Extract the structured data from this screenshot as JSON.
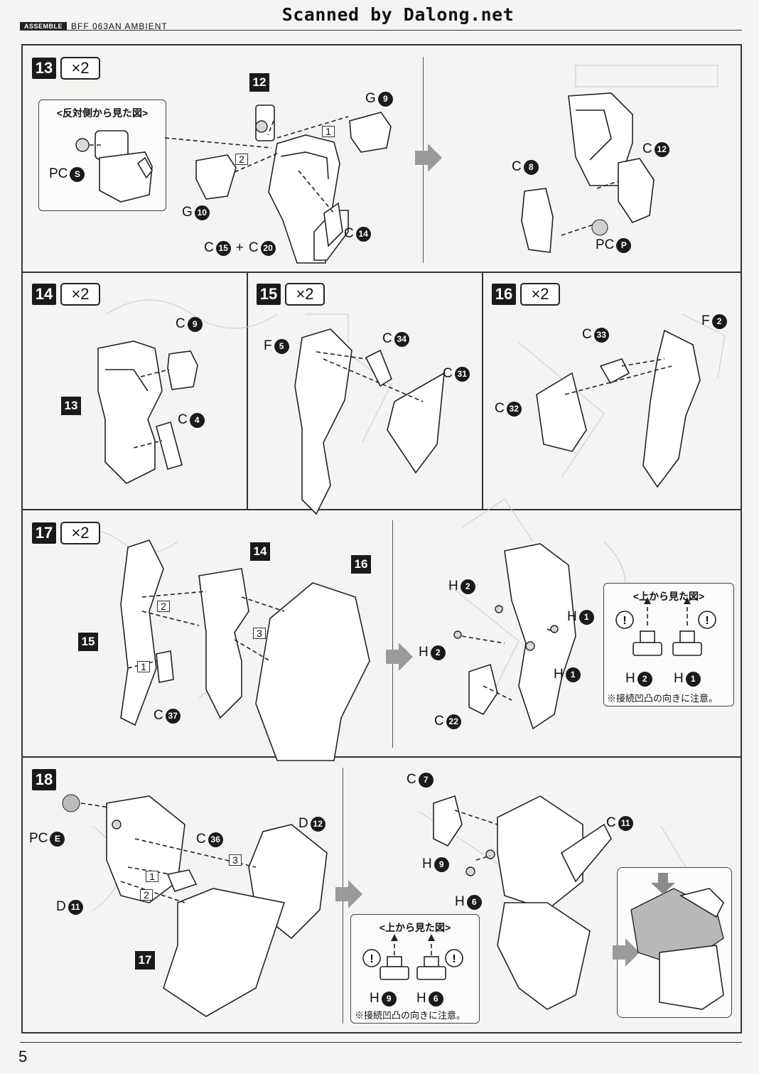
{
  "banner": "Scanned by Dalong.net",
  "header": {
    "section": "ASSEMBLE",
    "model": "BFF 063AN AMBIENT"
  },
  "page_number": "5",
  "mult": "×2",
  "steps": {
    "s13": {
      "num": "13",
      "inset_title": "<反対側から見た図>",
      "labels": {
        "pcS_pre": "PC",
        "pcS": "S",
        "g9_pre": "G",
        "g9": "9",
        "g10_pre": "G",
        "g10": "10",
        "c14_pre": "C",
        "c14": "14",
        "c15_pre": "C",
        "c15": "15",
        "plus": "+",
        "c20_pre": "C",
        "c20": "20",
        "c8_pre": "C",
        "c8": "8",
        "c12_pre": "C",
        "c12": "12",
        "pcP_pre": "PC",
        "pcP": "P"
      },
      "tag12": "12",
      "seq1": "1",
      "seq2": "2"
    },
    "s14": {
      "num": "14",
      "c9_pre": "C",
      "c9": "9",
      "c4_pre": "C",
      "c4": "4",
      "tag13": "13"
    },
    "s15": {
      "num": "15",
      "f5_pre": "F",
      "f5": "5",
      "c34_pre": "C",
      "c34": "34",
      "c31_pre": "C",
      "c31": "31"
    },
    "s16": {
      "num": "16",
      "f2_pre": "F",
      "f2": "2",
      "c33_pre": "C",
      "c33": "33",
      "c32_pre": "C",
      "c32": "32"
    },
    "s17": {
      "num": "17",
      "tag14": "14",
      "tag16": "16",
      "tag15": "15",
      "c37_pre": "C",
      "c37": "37",
      "seq1": "1",
      "seq2": "2",
      "seq3": "3",
      "h2a_pre": "H",
      "h2a": "2",
      "h1a_pre": "H",
      "h1a": "1",
      "h2b_pre": "H",
      "h2b": "2",
      "h1b_pre": "H",
      "h1b": "1",
      "c22_pre": "C",
      "c22": "22",
      "inset_title": "<上から見た図>",
      "inset_h2_pre": "H",
      "inset_h2": "2",
      "inset_h1_pre": "H",
      "inset_h1": "1",
      "inset_note": "※接続凹凸の向きに注意。"
    },
    "s18": {
      "num": "18",
      "pcE_pre": "PC",
      "pcE": "E",
      "c36_pre": "C",
      "c36": "36",
      "d12_pre": "D",
      "d12": "12",
      "d11_pre": "D",
      "d11": "11",
      "tag17": "17",
      "seq1": "1",
      "seq2": "2",
      "seq3": "3",
      "c7_pre": "C",
      "c7": "7",
      "c11_pre": "C",
      "c11": "11",
      "h9_pre": "H",
      "h9": "9",
      "h6_pre": "H",
      "h6": "6",
      "inset_title": "<上から見た図>",
      "inset_h9_pre": "H",
      "inset_h9": "9",
      "inset_h6_pre": "H",
      "inset_h6": "6",
      "inset_note": "※接続凹凸の向きに注意。"
    }
  },
  "colors": {
    "ink": "#1a1a1a",
    "arrow": "#9a9a9a",
    "paper": "#f4f4f2"
  }
}
